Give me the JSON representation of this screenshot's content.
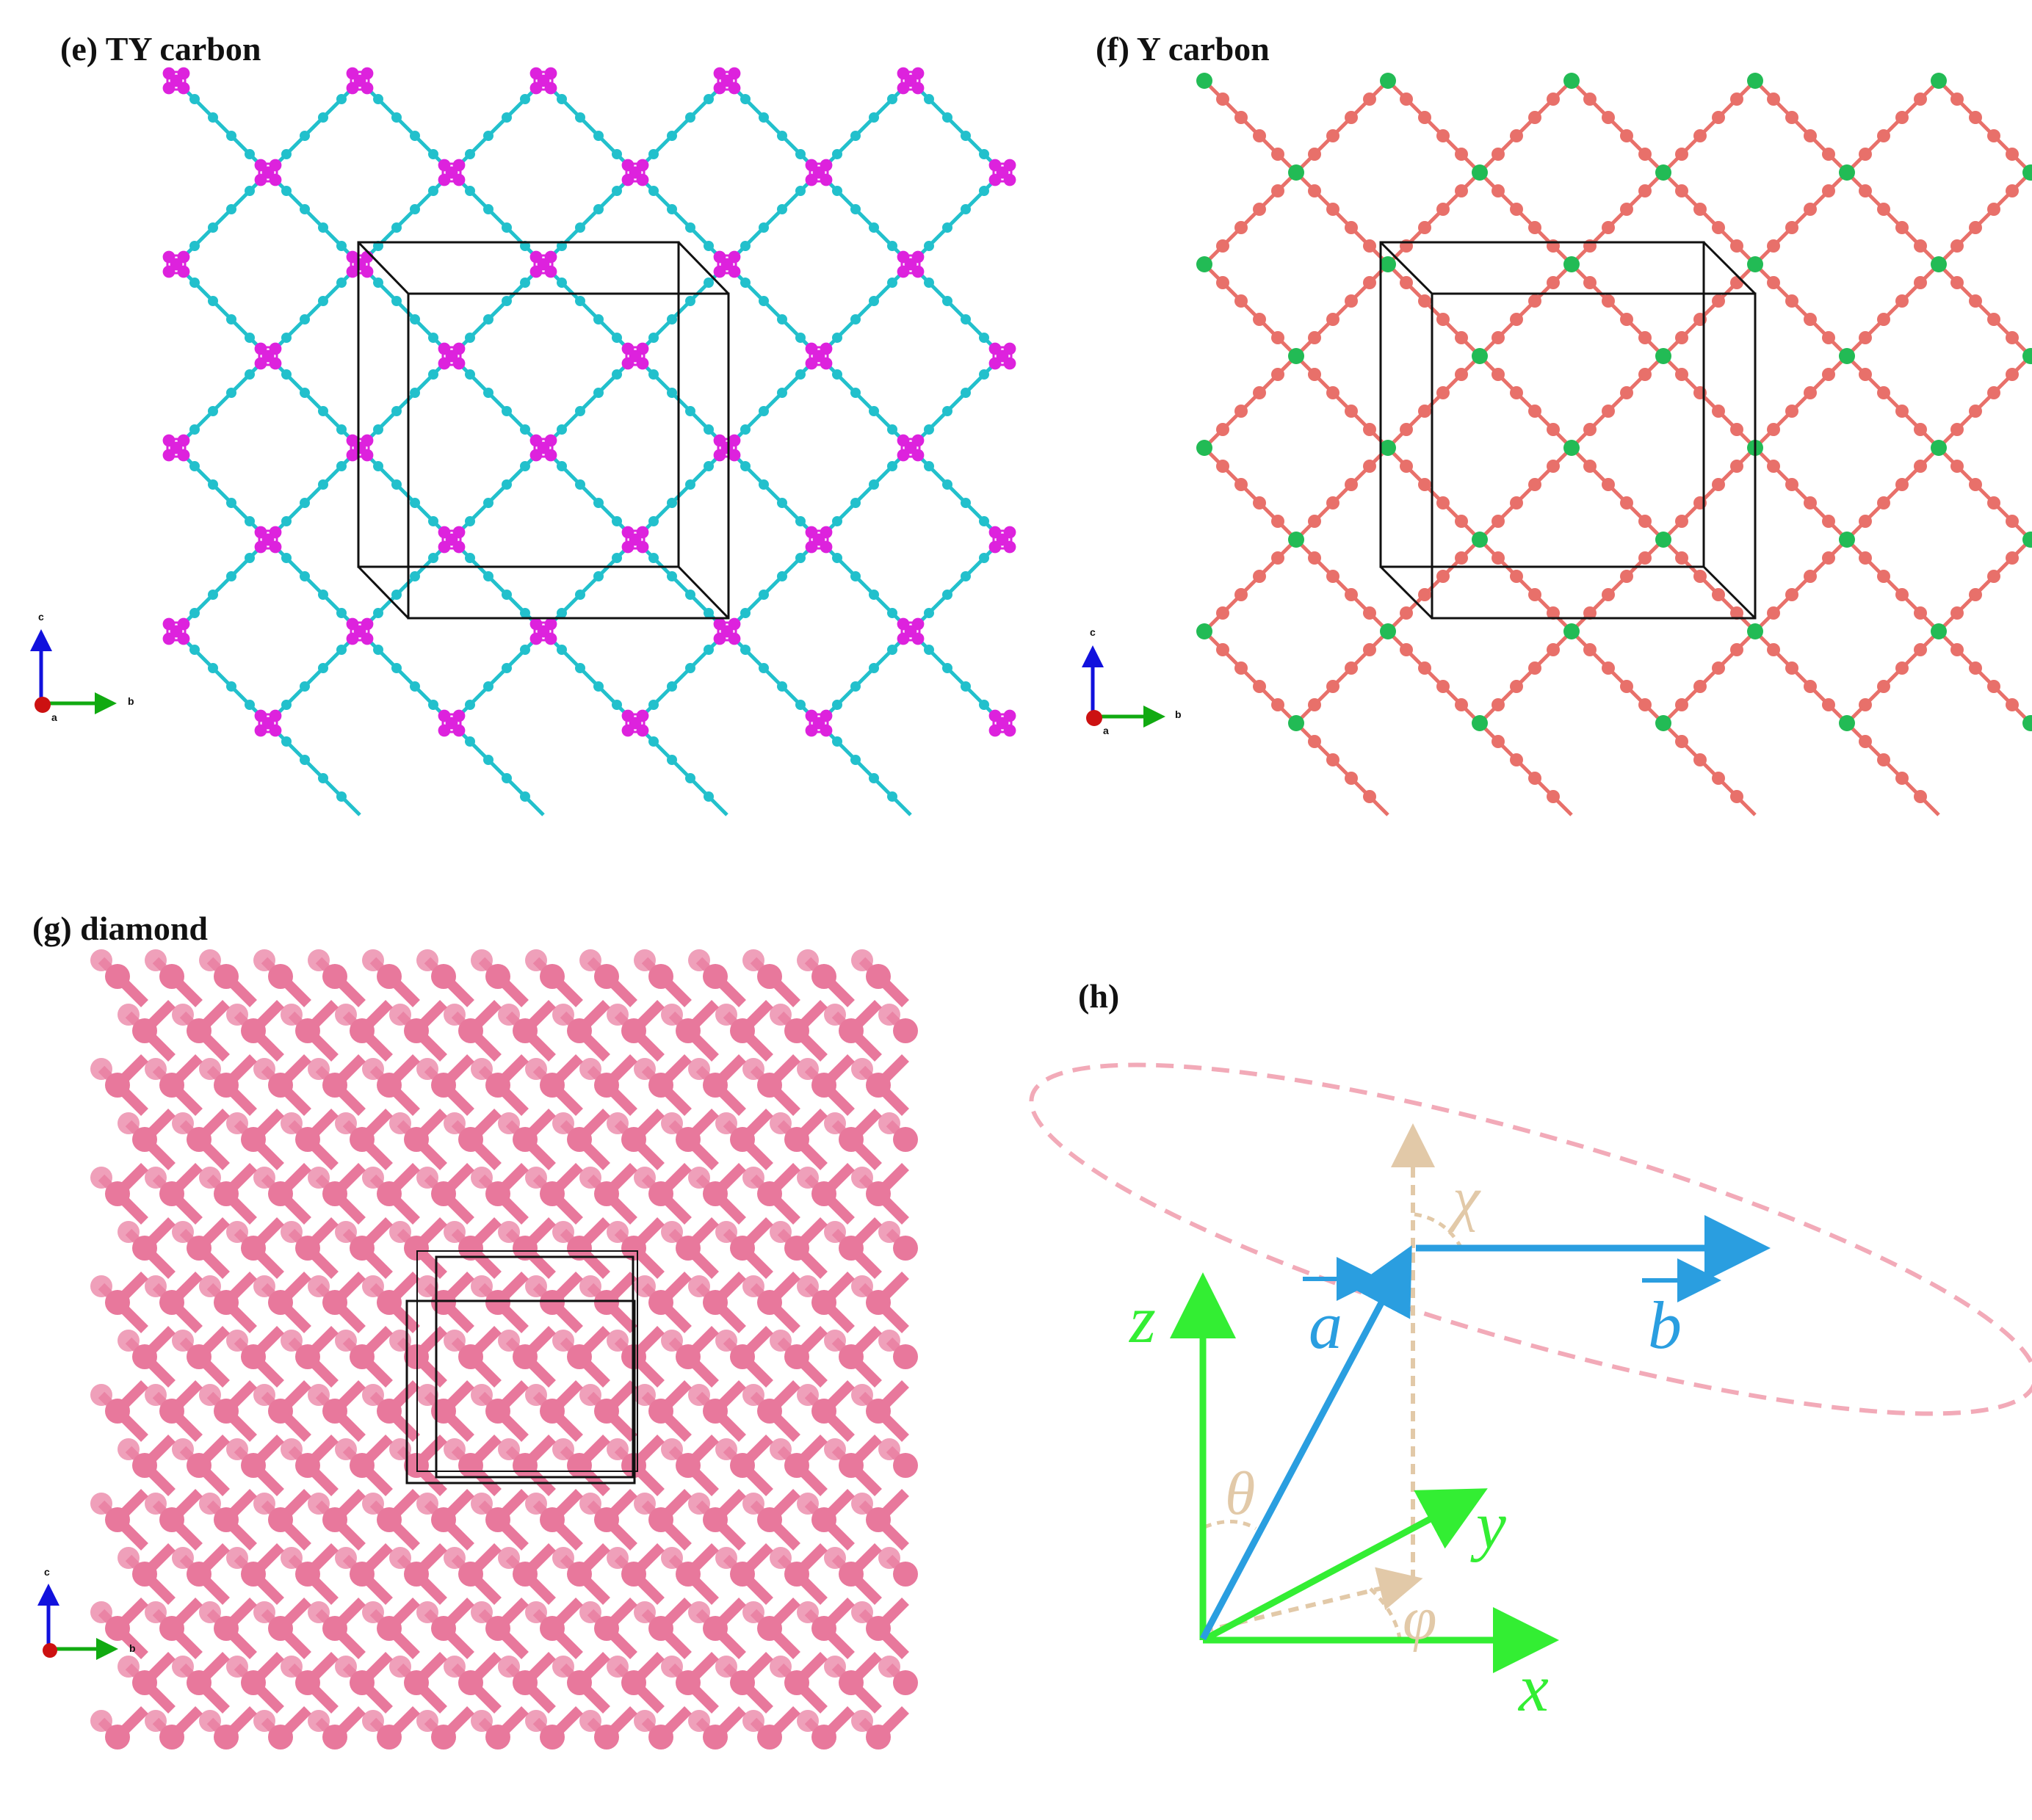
{
  "panels": {
    "e": {
      "label": "(e) TY carbon",
      "node_color": "#dd22dd",
      "link_color": "#22c0cc"
    },
    "f": {
      "label": "(f) Y carbon",
      "node_color": "#22bb55",
      "link_color": "#e8706a"
    },
    "g": {
      "label": "(g) diamond",
      "atom_color": "#e8789c"
    },
    "h": {
      "label": "(h)",
      "vectors": {
        "a": "a",
        "b": "b"
      },
      "axes": {
        "x": "x",
        "y": "y",
        "z": "z"
      },
      "angles": {
        "theta": "θ",
        "phi": "φ",
        "chi": "χ"
      },
      "colors": {
        "lattice_vector": "#2a9ee0",
        "axes": "#33ee33",
        "angle": "#e2c9a8",
        "plane": "#f2aab8"
      }
    }
  },
  "orientation_axes": {
    "c_label": "c",
    "b_label": "b",
    "a_label": "a",
    "c_color": "#1111dd",
    "b_color": "#11aa11",
    "a_color": "#cc1111"
  }
}
